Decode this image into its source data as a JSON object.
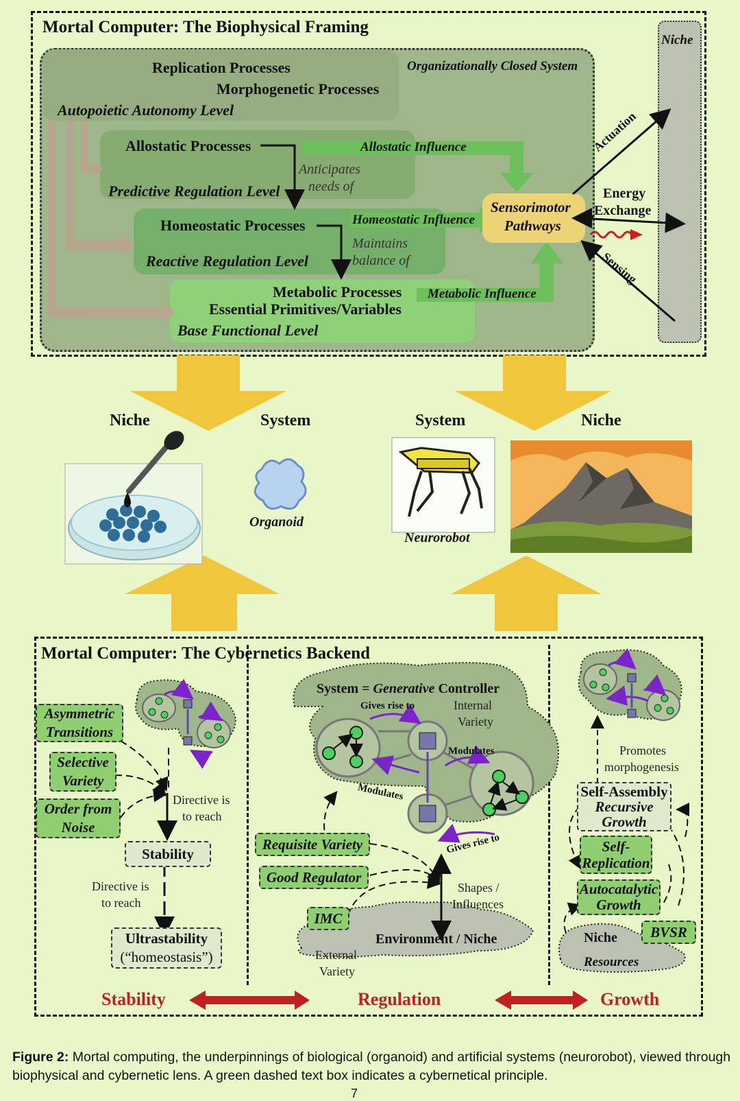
{
  "top": {
    "title": "Mortal Computer: The Biophysical Framing",
    "niche_label": "Niche",
    "org_closed": "Organizationally Closed System",
    "replication": "Replication Processes",
    "morphogenetic": "Morphogenetic Processes",
    "autopoietic": "Autopoietic Autonomy Level",
    "allostatic": "Allostatic Processes",
    "predictive": "Predictive Regulation Level",
    "anticipates_1": "Anticipates",
    "anticipates_2": "needs of",
    "homeostatic": "Homeostatic Processes",
    "reactive": "Reactive Regulation Level",
    "maintains_1": "Maintains",
    "maintains_2": "balance of",
    "metabolic": "Metabolic Processes",
    "essential": "Essential Primitives/Variables",
    "base": "Base Functional Level",
    "allostatic_influence": "Allostatic Influence",
    "homeostatic_influence": "Homeostatic Influence",
    "metabolic_influence": "Metabolic Influence",
    "sensorimotor_1": "Sensorimotor",
    "sensorimotor_2": "Pathways",
    "actuation": "Actuation",
    "energy_1": "Energy",
    "energy_2": "Exchange",
    "sensing": "Sensing"
  },
  "middle": {
    "niche_left": "Niche",
    "system_left": "System",
    "system_right": "System",
    "niche_right": "Niche",
    "organoid": "Organoid",
    "neurorobot": "Neurorobot"
  },
  "bottom": {
    "title": "Mortal Computer: The Cybernetics Backend",
    "asym_1": "Asymmetric",
    "asym_2": "Transitions",
    "selective_1": "Selective",
    "selective_2": "Variety",
    "order_1": "Order from",
    "order_2": "Noise",
    "directive_1a": "Directive is",
    "directive_1b": "to reach",
    "stability_box": "Stability",
    "directive_2a": "Directive is",
    "directive_2b": "to reach",
    "ultra_1": "Ultrastability",
    "ultra_2": "(“homeostasis”)",
    "system_eq_a": "System = ",
    "system_eq_b": "Generative",
    "system_eq_c": " Controller",
    "gives_rise_1": "Gives rise to",
    "internal_1": "Internal",
    "internal_2": "Variety",
    "modulates_1": "Modulates",
    "modulates_2": "Modulates",
    "gives_rise_2": "Gives rise to",
    "requisite": "Requisite Variety",
    "good_reg": "Good Regulator",
    "imc": "IMC",
    "shapes_1": "Shapes /",
    "shapes_2": "Influences",
    "environment": "Environment / Niche",
    "external_1": "External",
    "external_2": "Variety",
    "promotes_1": "Promotes",
    "promotes_2": "morphogenesis",
    "self_assembly": "Self-Assembly",
    "recursive_1": "Recursive",
    "recursive_2": "Growth",
    "self_rep_1": "Self-",
    "self_rep_2": "Replication",
    "autocat_1": "Autocatalytic",
    "autocat_2": "Growth",
    "bvsr": "BVSR",
    "niche": "Niche",
    "resources": "Resources",
    "stability": "Stability",
    "regulation": "Regulation",
    "growth": "Growth"
  },
  "caption": {
    "label": "Figure 2:",
    "text": " Mortal computing, the underpinnings of biological (organoid) and artificial systems (neurorobot), viewed through biophysical and cybernetic lens. A green dashed text box indicates a cybernetical principle."
  },
  "page_number": "7",
  "colors": {
    "background": "#e9f7c8",
    "outer_panel": "#9fb58a",
    "green_arrow": "#6cbf5a",
    "gold_arrow": "#f0c63c",
    "red": "#c0201f",
    "purple": "#7b24c9"
  }
}
